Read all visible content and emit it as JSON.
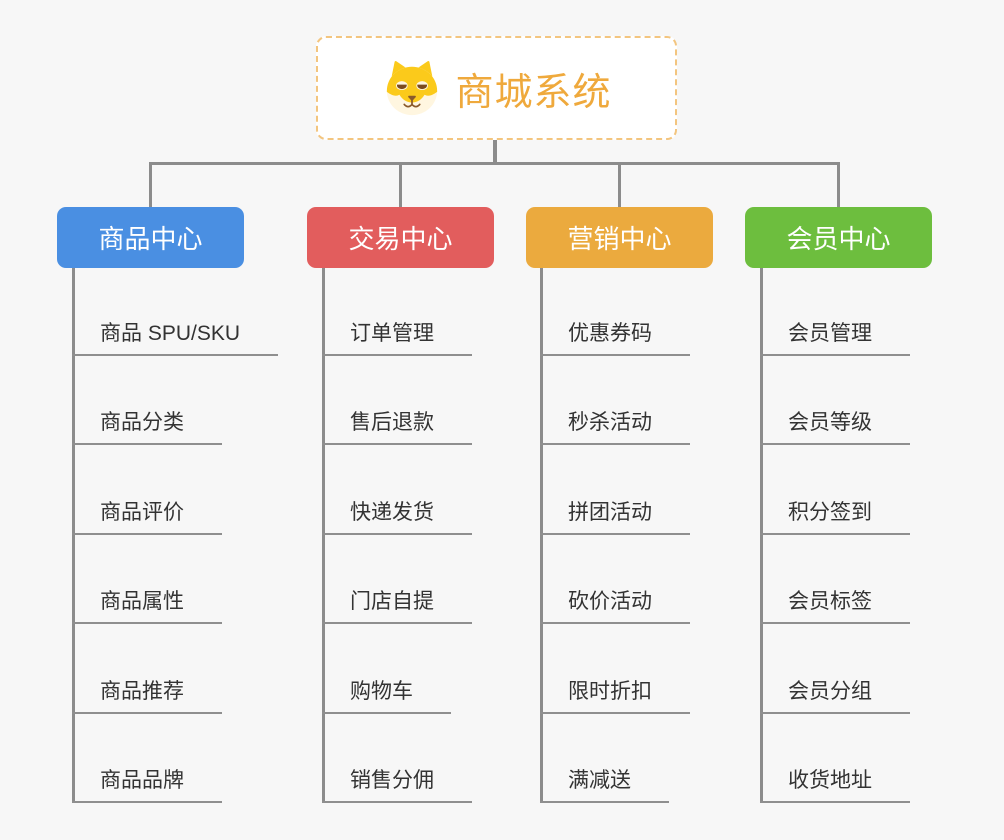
{
  "root": {
    "title": "商城系统",
    "icon": "dog-icon"
  },
  "colors": {
    "background": "#f7f7f7",
    "connector": "#8c8c8c",
    "root_text": "#efa93c",
    "root_border": "#f3c57f",
    "leaf_text": "#333333"
  },
  "branches": [
    {
      "label": "商品中心",
      "color": "#4a8fe2",
      "children": [
        "商品 SPU/SKU",
        "商品分类",
        "商品评价",
        "商品属性",
        "商品推荐",
        "商品品牌"
      ]
    },
    {
      "label": "交易中心",
      "color": "#e25d5d",
      "children": [
        "订单管理",
        "售后退款",
        "快递发货",
        "门店自提",
        "购物车",
        "销售分佣"
      ]
    },
    {
      "label": "营销中心",
      "color": "#ebaa3e",
      "children": [
        "优惠券码",
        "秒杀活动",
        "拼团活动",
        "砍价活动",
        "限时折扣",
        "满减送"
      ]
    },
    {
      "label": "会员中心",
      "color": "#6dbe3e",
      "children": [
        "会员管理",
        "会员等级",
        "积分签到",
        "会员标签",
        "会员分组",
        "收货地址"
      ]
    }
  ]
}
